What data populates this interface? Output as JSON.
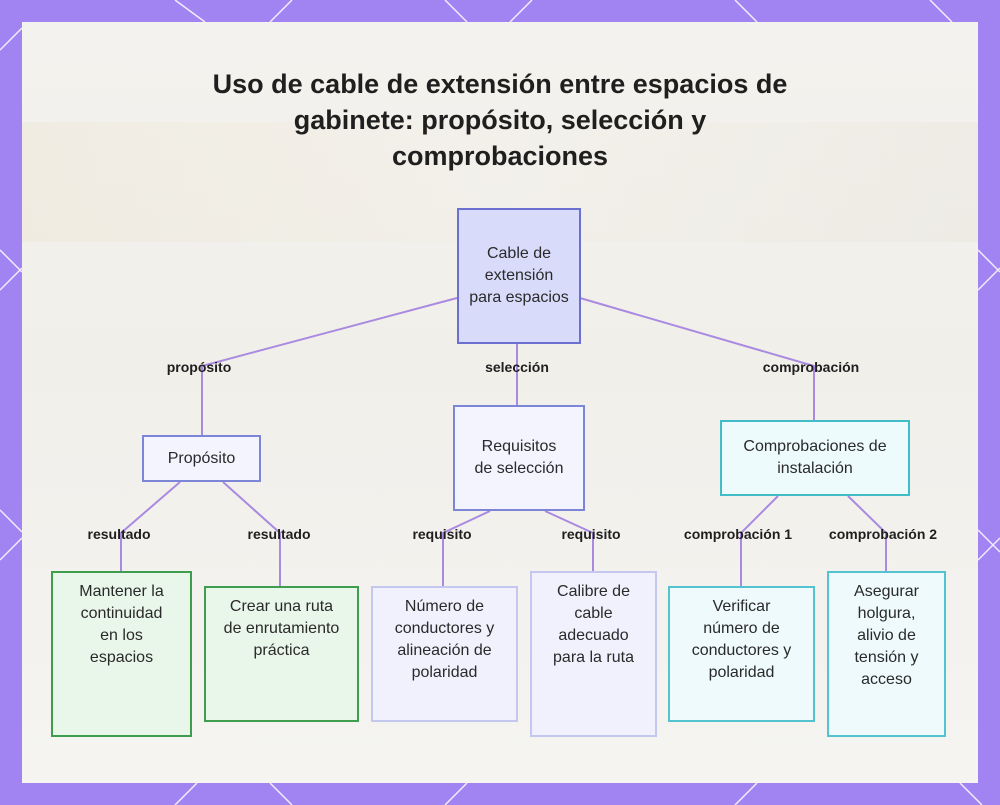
{
  "title": "Uso de cable de extensión entre espacios de gabinete: propósito, selección y comprobaciones",
  "colors": {
    "frame": "#a184f2",
    "edge": "#a98ae0",
    "root_fill": "#d9dbfb",
    "cyan_border": "#43bcc9",
    "green_border": "#3f9e4e"
  },
  "nodes": {
    "root": "Cable de extensión para espacios",
    "proposito": "Propósito",
    "requisitos": "Requisitos de selección",
    "comprobaciones": "Comprobaciones de instalación",
    "mantener": "Mantener la continuidad en los espacios",
    "crear": "Crear una ruta de enrutamiento práctica",
    "numero": "Número de conductores y alineación de polaridad",
    "calibre": "Calibre de cable adecuado para la ruta",
    "verificar": "Verificar número de conductores y polaridad",
    "asegurar": "Asegurar holgura, alivio de tensión y acceso"
  },
  "edge_labels": {
    "proposito": "propósito",
    "seleccion": "selección",
    "comprobacion": "comprobación",
    "resultado_1": "resultado",
    "resultado_2": "resultado",
    "requisito_1": "requisito",
    "requisito_2": "requisito",
    "comprobacion_1": "comprobación 1",
    "comprobacion_2": "comprobación 2"
  }
}
